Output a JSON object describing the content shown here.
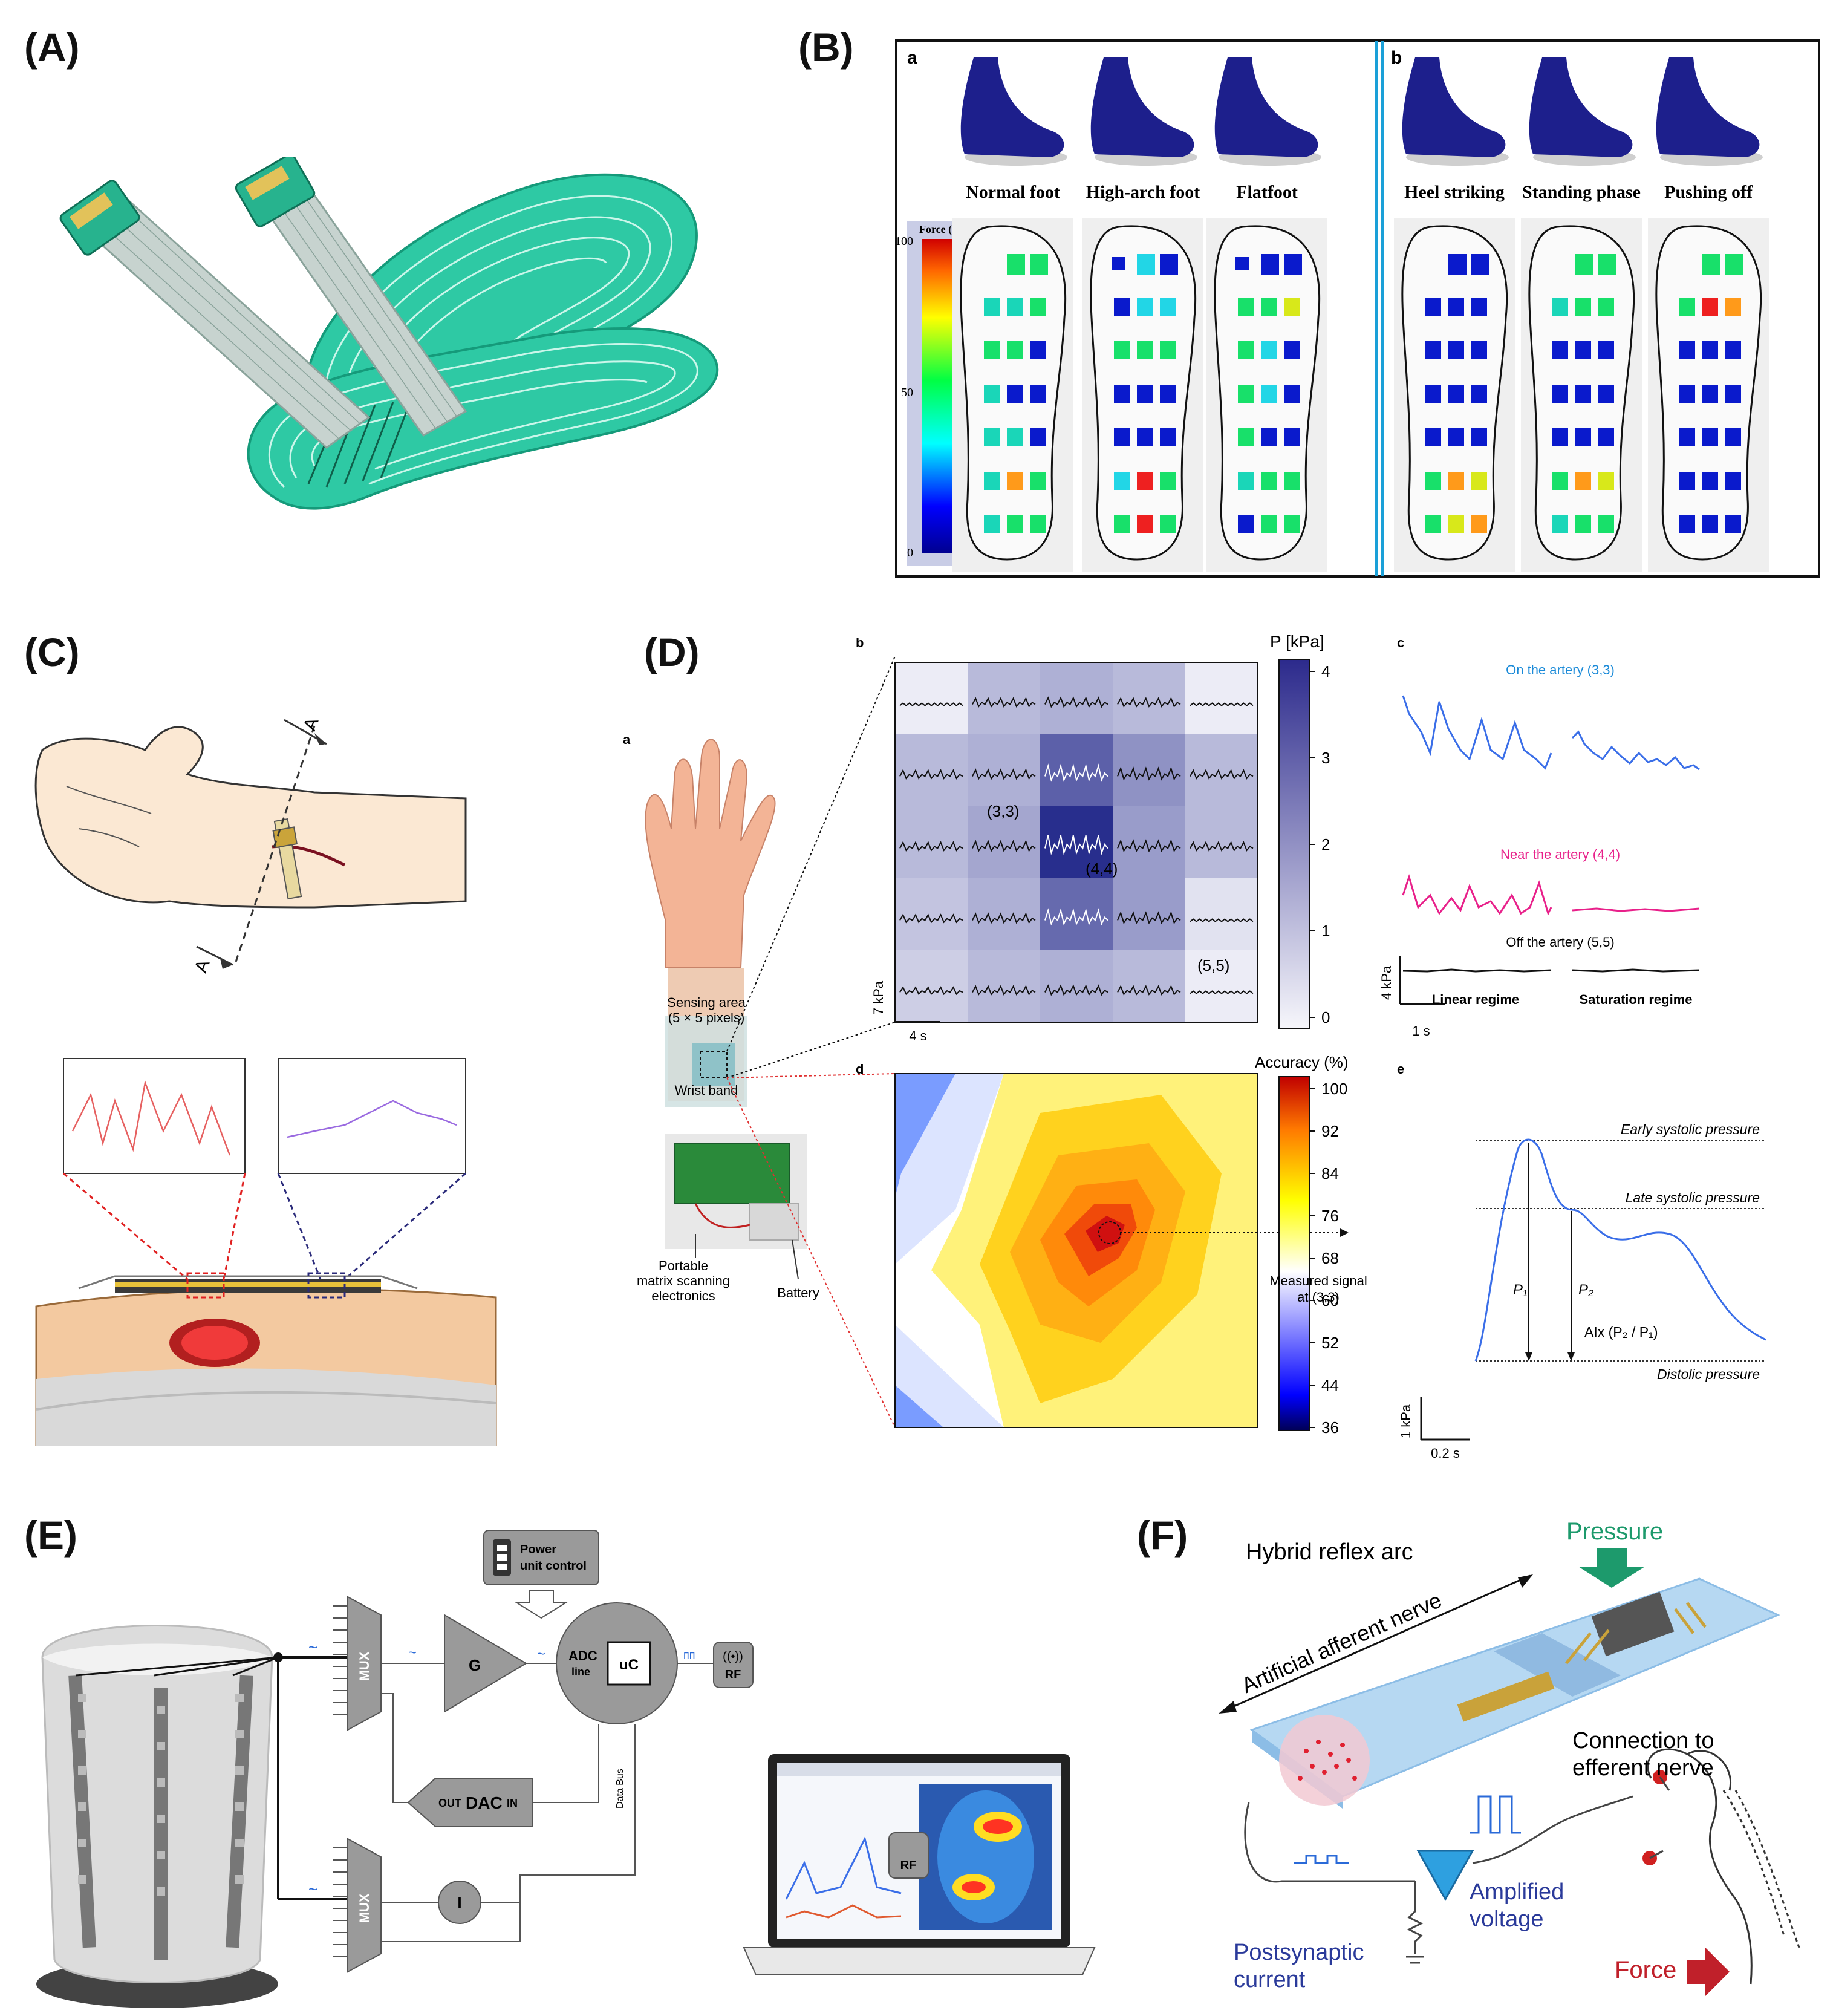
{
  "panels": {
    "A": {
      "letter": "(A)"
    },
    "B": {
      "letter": "(B)",
      "sub_a": "a",
      "sub_b": "b",
      "colorbar_title": "Force (N)",
      "colorbar_ticks": [
        "100",
        "50",
        "0"
      ],
      "foot_types": [
        "Normal foot",
        "High-arch foot",
        "Flatfoot"
      ],
      "gait_phases": [
        "Heel striking",
        "Standing phase",
        "Pushing off"
      ]
    },
    "C": {
      "letter": "(C)",
      "section_label_top": "A",
      "section_label_bottom": "A"
    },
    "D": {
      "letter": "(D)",
      "sub_a": "a",
      "sub_b": "b",
      "sub_c": "c",
      "sub_d": "d",
      "sub_e": "e",
      "sensing_area": "Sensing area",
      "sensing_pixels": "(5 × 5 pixels)",
      "wrist_band": "Wrist band",
      "portable_line1": "Portable",
      "portable_line2": "matrix scanning",
      "portable_line3": "electronics",
      "battery": "Battery",
      "pressure_unit": "P [kPa]",
      "pressure_ticks": [
        "4",
        "3",
        "2",
        "1",
        "0"
      ],
      "scale_y": "7 kPa",
      "scale_x": "4 s",
      "cell_33": "(3,3)",
      "cell_44": "(4,4)",
      "cell_55": "(5,5)",
      "on_artery": "On the artery (3,3)",
      "near_artery": "Near the artery (4,4)",
      "off_artery": "Off the artery (5,5)",
      "linear_regime": "Linear regime",
      "saturation_regime": "Saturation regime",
      "scale_c_y": "4 kPa",
      "scale_c_x": "1 s",
      "accuracy_title": "Accuracy (%)",
      "accuracy_ticks": [
        "100",
        "92",
        "84",
        "76",
        "68",
        "60",
        "52",
        "44",
        "36"
      ],
      "measured_line1": "Measured signal",
      "measured_line2": "at (3,3)",
      "early_systolic": "Early systolic pressure",
      "late_systolic": "Late systolic pressure",
      "distolic": "Distolic pressure",
      "p1": "P₁",
      "p2": "P₂",
      "aix": "AIx (P₂ / P₁)",
      "scale_e_y": "1 kPa",
      "scale_e_x": "0.2 s"
    },
    "E": {
      "letter": "(E)",
      "power_line1": "Power",
      "power_line2": "unit control",
      "mux": "MUX",
      "gain": "G",
      "adc": "ADC",
      "adc_line": "line",
      "uc": "uC",
      "rf": "RF",
      "out": "OUT",
      "dac": "DAC",
      "in": "IN",
      "current": "I",
      "data_bus": "Data Bus"
    },
    "F": {
      "letter": "(F)",
      "hybrid": "Hybrid reflex arc",
      "pressure": "Pressure",
      "afferent": "Artificial afferent nerve",
      "connection_line1": "Connection to",
      "connection_line2": "efferent nerve",
      "amplified_line1": "Amplified",
      "amplified_line2": "voltage",
      "postsynaptic_line1": "Postsynaptic",
      "postsynaptic_line2": "current",
      "force": "Force"
    }
  },
  "colors": {
    "insole_green": "#2ec9a4",
    "foot_navy": "#1d1f8c",
    "artery_blue": "#3a7bd5",
    "near_pink": "#e8208a",
    "pressure_green": "#1d9a6c",
    "force_red": "#c0202a",
    "diagram_gray": "#9a9a9a"
  }
}
